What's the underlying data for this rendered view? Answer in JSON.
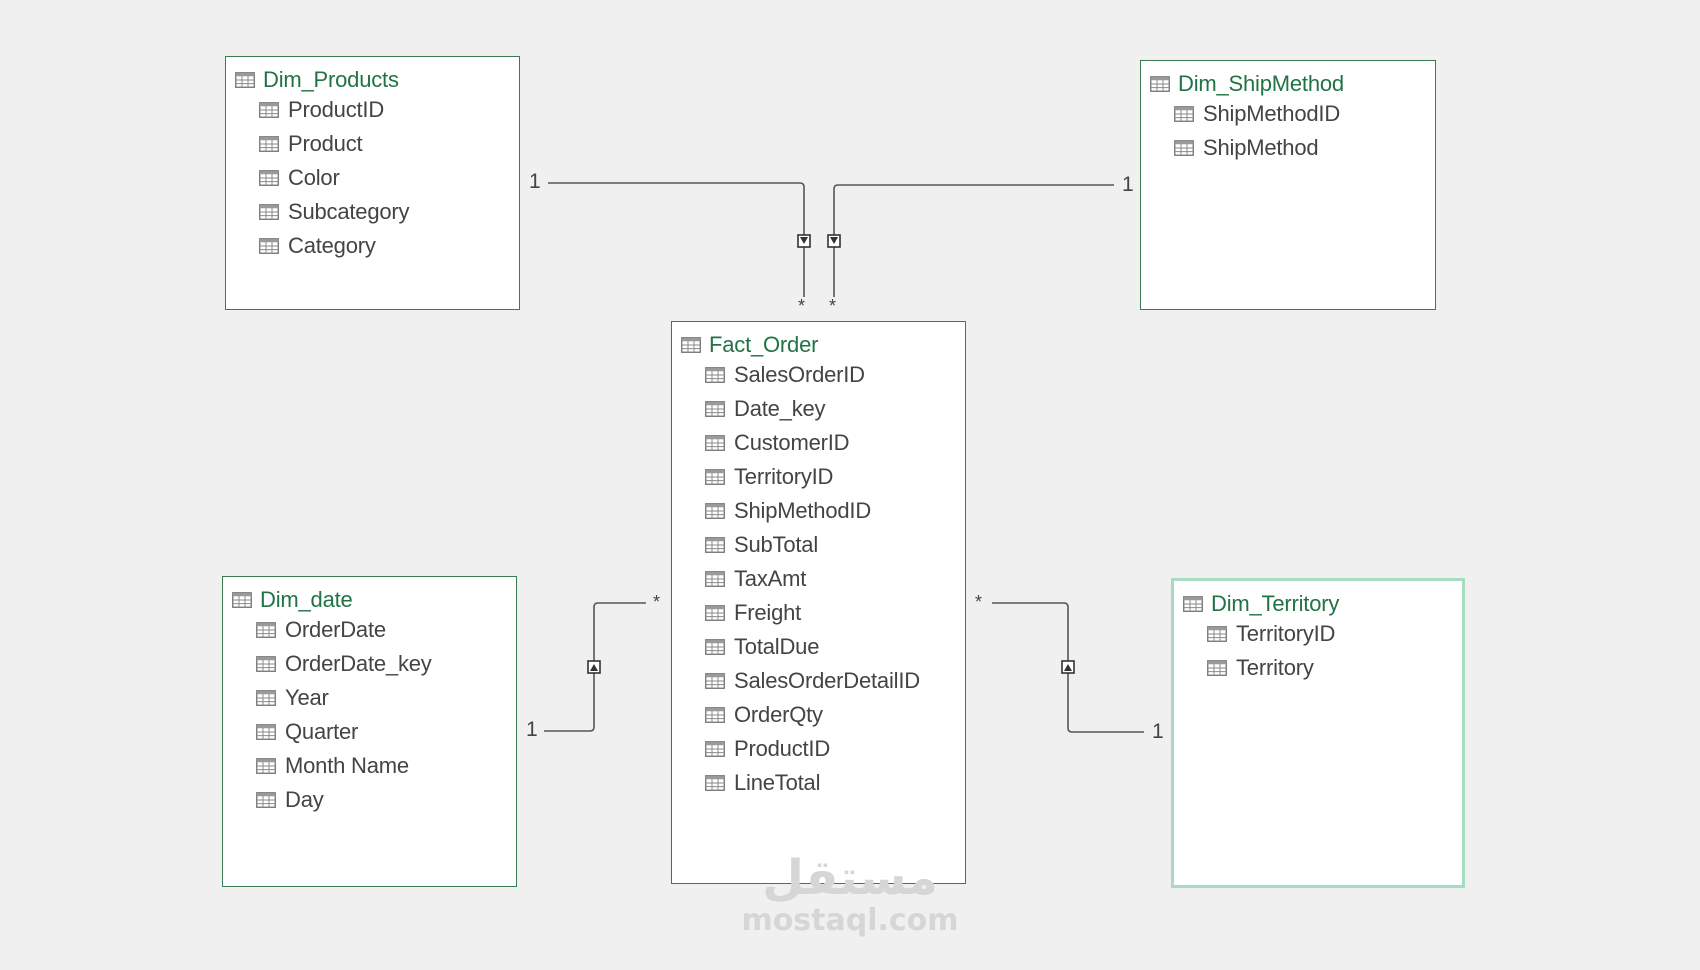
{
  "tables": {
    "dim_products": {
      "title": "Dim_Products",
      "fields": [
        "ProductID",
        "Product",
        "Color",
        "Subcategory",
        "Category"
      ]
    },
    "dim_shipmethod": {
      "title": "Dim_ShipMethod",
      "fields": [
        "ShipMethodID",
        "ShipMethod"
      ]
    },
    "fact_order": {
      "title": "Fact_Order",
      "fields": [
        "SalesOrderID",
        "Date_key",
        "CustomerID",
        "TerritoryID",
        "ShipMethodID",
        "SubTotal",
        "TaxAmt",
        "Freight",
        "TotalDue",
        "SalesOrderDetailID",
        "OrderQty",
        "ProductID",
        "LineTotal"
      ]
    },
    "dim_date": {
      "title": "Dim_date",
      "fields": [
        "OrderDate",
        "OrderDate_key",
        "Year",
        "Quarter",
        "Month Name",
        "Day"
      ]
    },
    "dim_territory": {
      "title": "Dim_Territory",
      "fields": [
        "TerritoryID",
        "Territory"
      ]
    }
  },
  "relationships": [
    {
      "from": "Dim_Products",
      "to": "Fact_Order",
      "one": "1",
      "many": "*"
    },
    {
      "from": "Dim_ShipMethod",
      "to": "Fact_Order",
      "one": "1",
      "many": "*"
    },
    {
      "from": "Dim_date",
      "to": "Fact_Order",
      "one": "1",
      "many": "*"
    },
    {
      "from": "Dim_Territory",
      "to": "Fact_Order",
      "one": "1",
      "many": "*"
    }
  ],
  "watermark": {
    "arabic": "مستقل",
    "latin": "mostaql.com"
  },
  "colors": {
    "background": "#f0f0f0",
    "table_border": "#3a7a52",
    "selected_border": "#a8dcc0",
    "title_text": "#217346",
    "field_text": "#444444",
    "link_line": "#555555"
  },
  "icons": {
    "table": "table-grid-icon",
    "field": "field-grid-icon",
    "filter": "filter-arrow-icon"
  }
}
